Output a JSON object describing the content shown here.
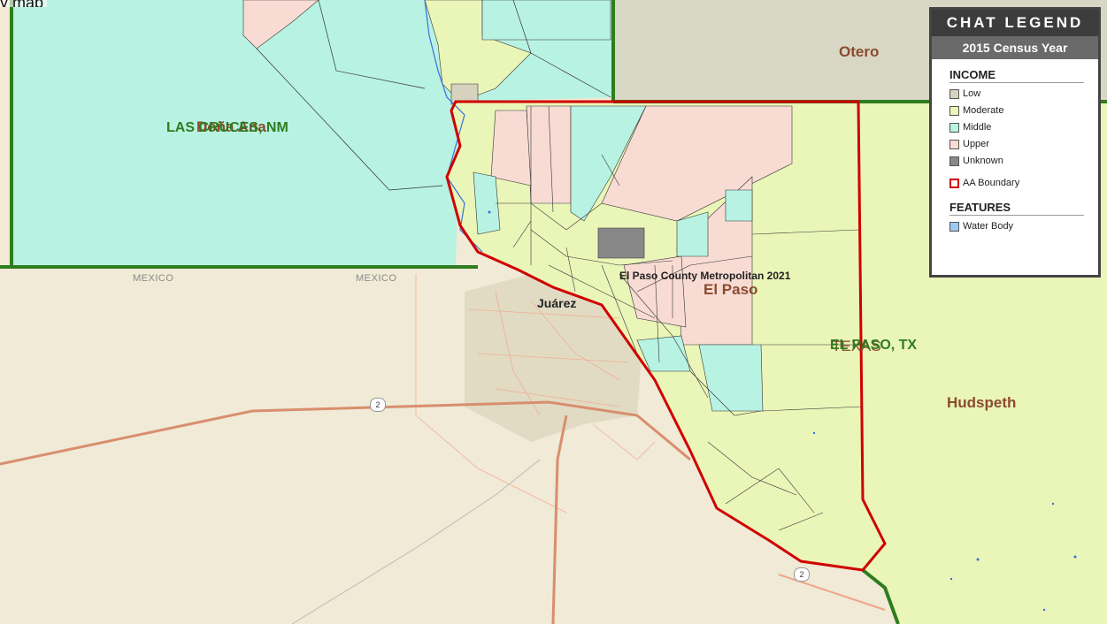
{
  "header": {
    "text": "y  map"
  },
  "legend": {
    "title": "CHAT LEGEND",
    "subtitle": "2015 Census Year",
    "income": {
      "heading": "INCOME",
      "items": [
        {
          "label": "Low",
          "color": "#d6d2be"
        },
        {
          "label": "Moderate",
          "color": "#eaf5b8"
        },
        {
          "label": "Middle",
          "color": "#b8f2e2"
        },
        {
          "label": "Upper",
          "color": "#f8dcd4"
        },
        {
          "label": "Unknown",
          "color": "#888888"
        }
      ]
    },
    "boundary": {
      "label": "AA Boundary",
      "color": "#d00000"
    },
    "features": {
      "heading": "FEATURES",
      "items": [
        {
          "label": "Water Body",
          "color": "#9ec9f0"
        }
      ]
    }
  },
  "labels": {
    "otero": "Otero",
    "dona_ana": "Doña Ana",
    "las_cruces": "LAS CRUCES, NM",
    "el_paso_county": "El Paso",
    "el_paso_msa": "EL PASO, TX",
    "texas": "TEXAS",
    "hudspeth": "Hudspeth",
    "mexico_left": "MEXICO",
    "mexico_right": "MEXICO",
    "juarez": "Juárez",
    "metro": "El Paso County Metropolitan 2021",
    "route_2_a": "2",
    "route_2_b": "2"
  }
}
